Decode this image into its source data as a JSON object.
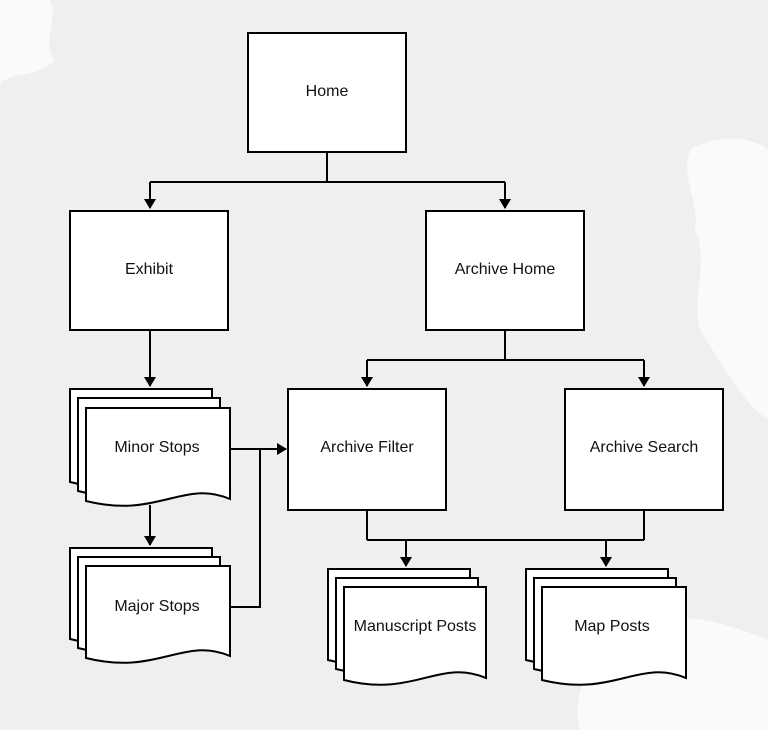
{
  "diagram": {
    "nodes": {
      "home": "Home",
      "exhibit": "Exhibit",
      "archive_home": "Archive Home",
      "minor_stops": "Minor Stops",
      "major_stops": "Major Stops",
      "archive_filter": "Archive Filter",
      "archive_search": "Archive Search",
      "manuscript_posts": "Manuscript Posts",
      "map_posts": "Map Posts"
    },
    "colors": {
      "background": "#efefef",
      "box_fill": "#ffffff",
      "stroke": "#000000"
    }
  }
}
